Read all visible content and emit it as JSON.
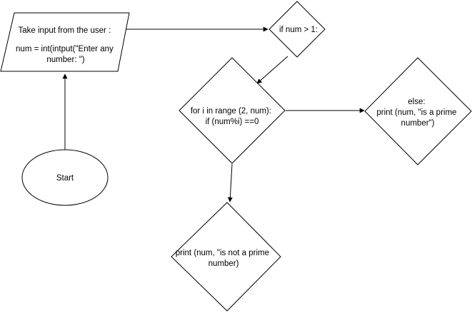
{
  "diagram": {
    "nodes": {
      "input": {
        "lines": [
          "Take input from the user :",
          "",
          "num = int(intput(\"Enter any",
          "number: \")"
        ]
      },
      "start": {
        "lines": [
          "Start"
        ]
      },
      "if_num": {
        "lines": [
          "if num > 1:"
        ]
      },
      "for_loop": {
        "lines": [
          "for i in range (2, num):",
          "if (num%i) ==0"
        ]
      },
      "else_prime": {
        "lines": [
          "else:",
          "print (num, \"is a prime",
          "number\")"
        ]
      },
      "not_prime": {
        "lines": [
          "print (num, \"is not a prime",
          "number)"
        ]
      }
    }
  }
}
